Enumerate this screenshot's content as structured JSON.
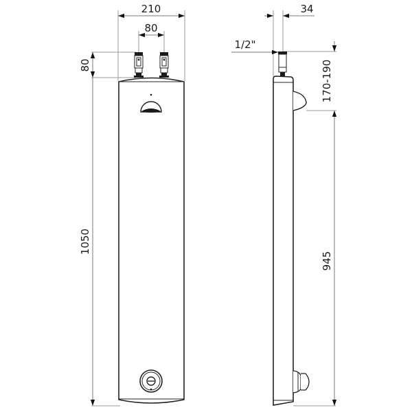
{
  "drawing": {
    "front_view": {
      "dimensions": {
        "overall_width": "210",
        "inlet_spacing": "80",
        "inlet_height": "80",
        "overall_height": "1050"
      }
    },
    "side_view": {
      "dimensions": {
        "depth": "34",
        "thread": "1/2\"",
        "control_offset": "170-190",
        "lower_height": "945"
      }
    },
    "colors": {
      "line": "#222222",
      "dimension_line": "#7a7a7a",
      "background": "#ffffff"
    }
  }
}
